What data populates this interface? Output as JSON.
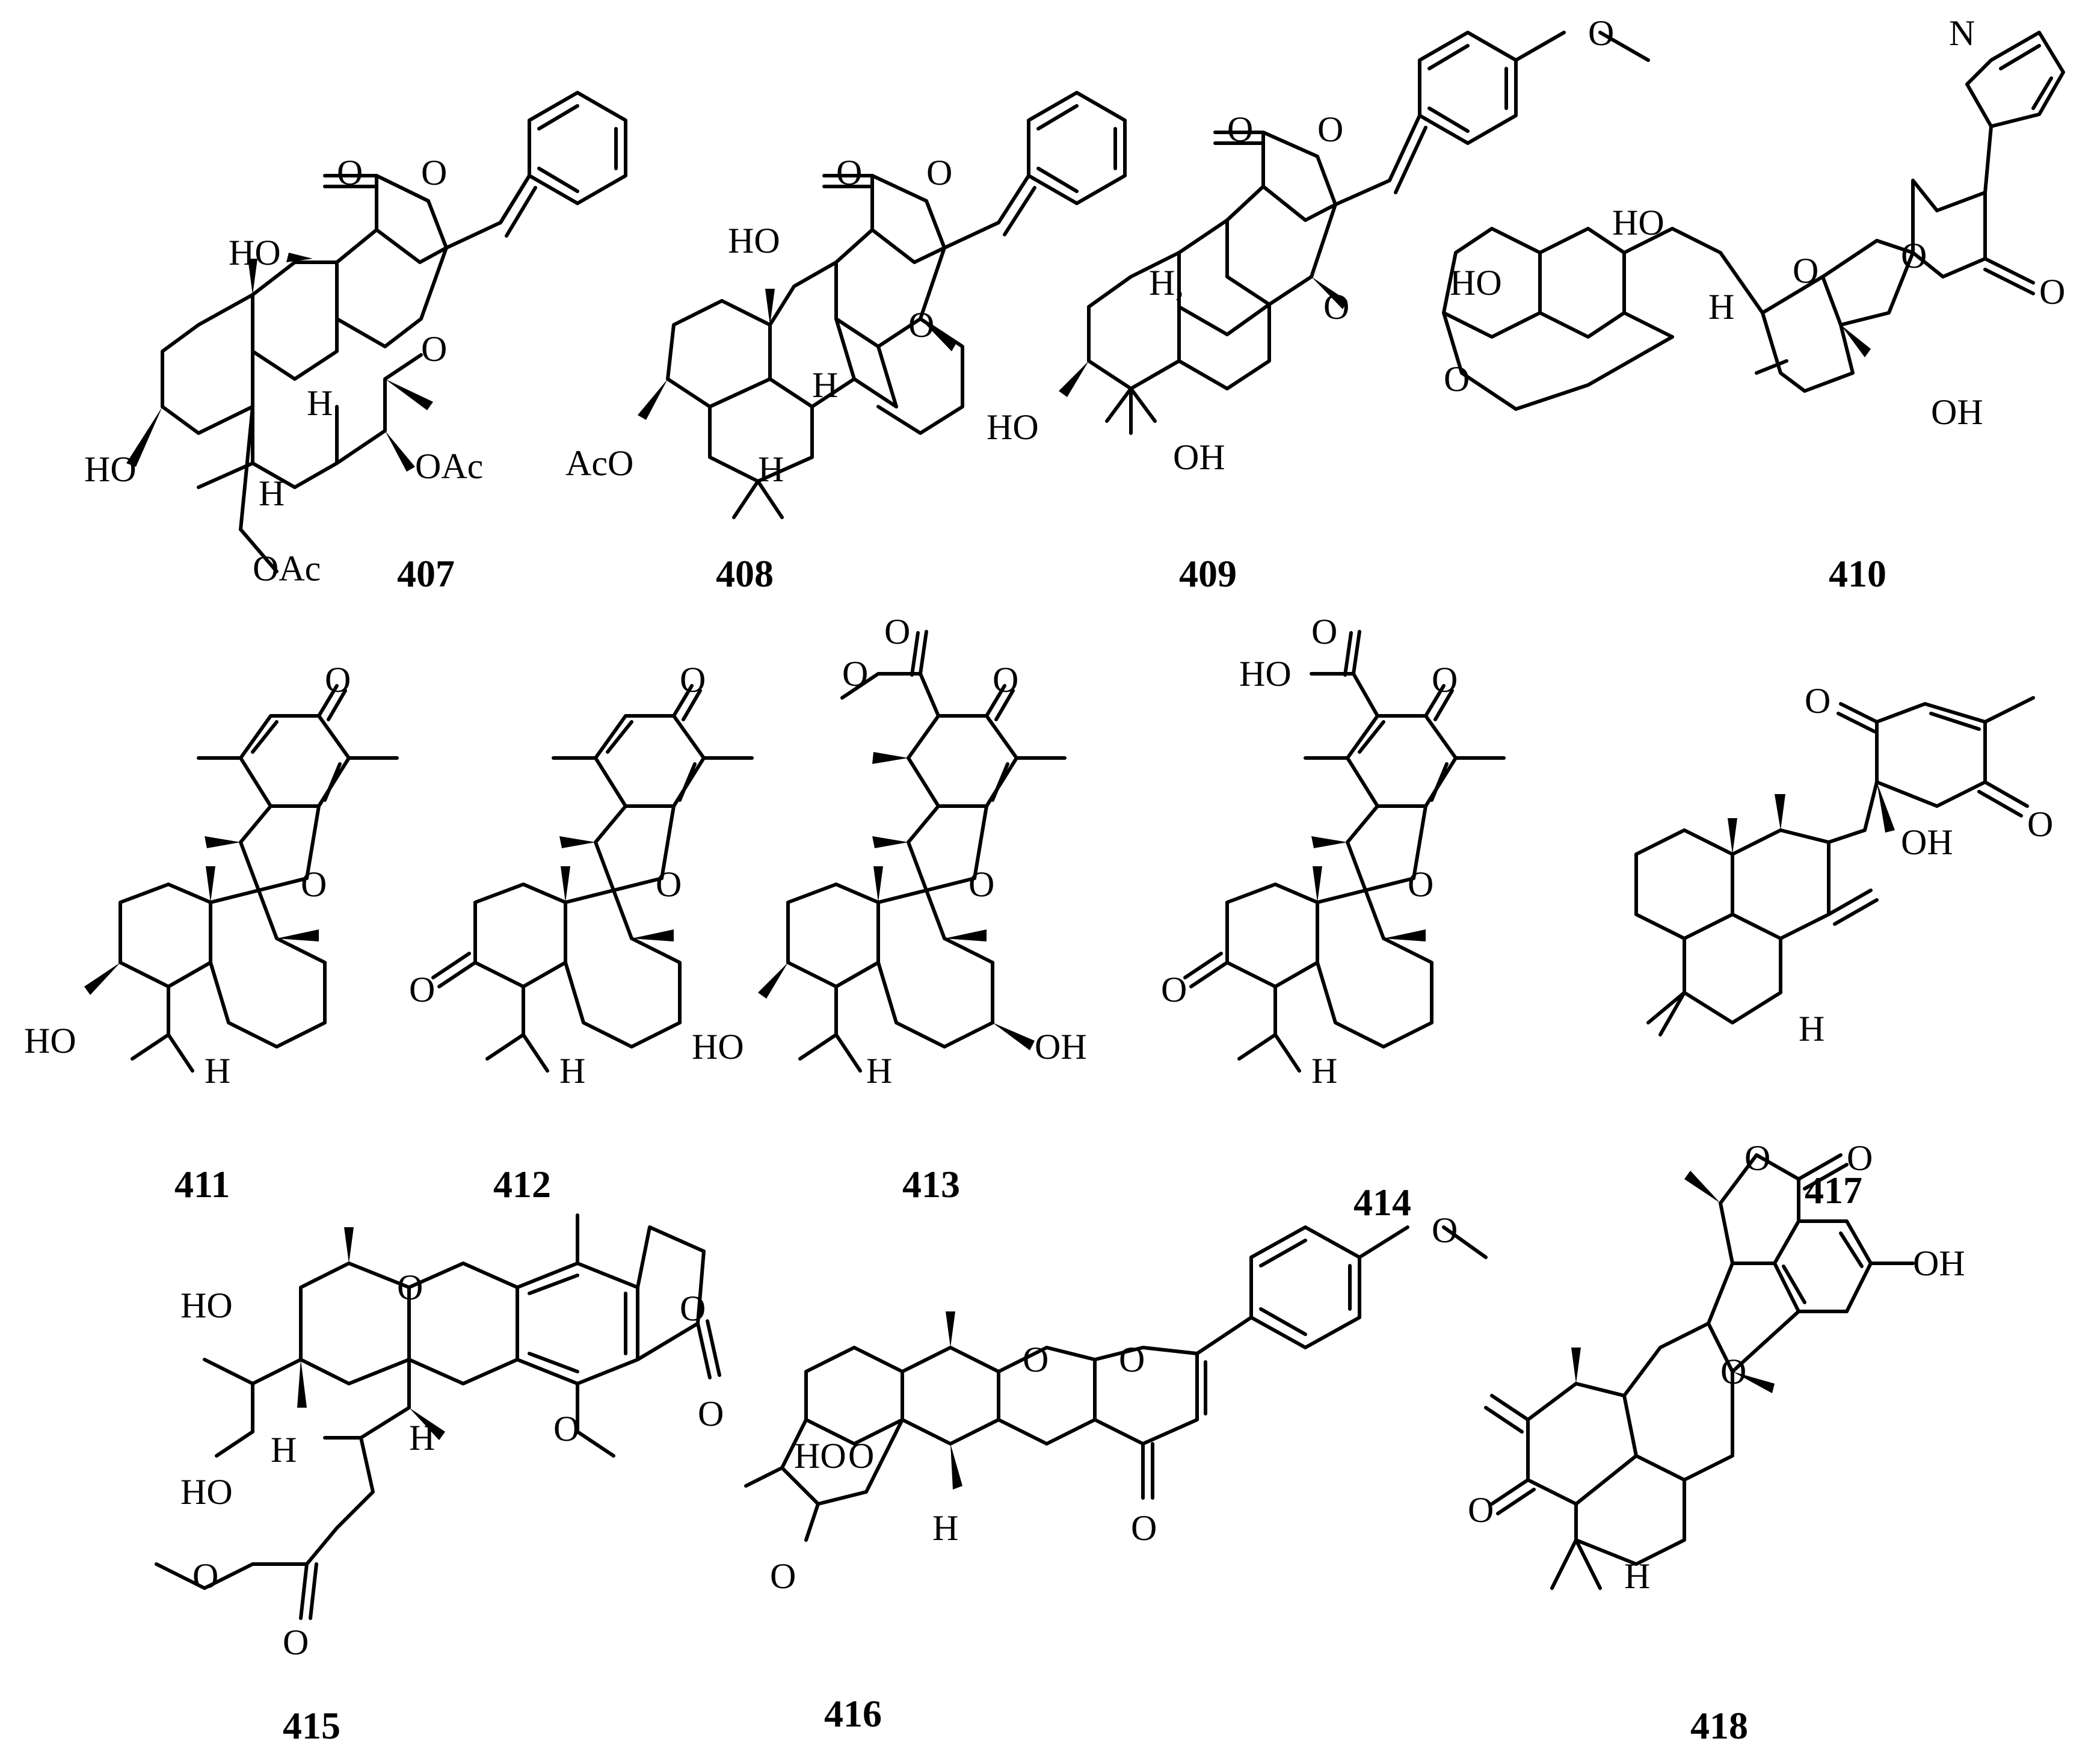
{
  "figure": {
    "compound_ids": [
      "407",
      "408",
      "409",
      "410",
      "411",
      "412",
      "413",
      "414",
      "417",
      "415",
      "416",
      "418"
    ],
    "atom_labels": {
      "oh": "OH",
      "ho": "HO",
      "oac": "OAc",
      "aco": "AcO",
      "o": "O",
      "h": "H",
      "n": "N",
      "h_comma": "H,"
    }
  }
}
